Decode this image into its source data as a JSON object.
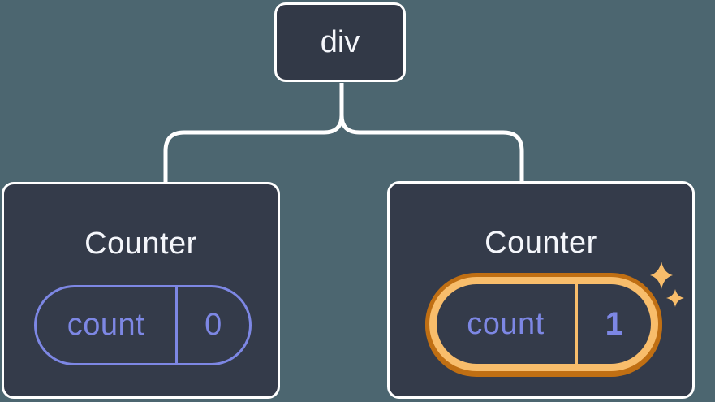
{
  "diagram": {
    "root": {
      "label": "div"
    },
    "cards": [
      {
        "title": "Counter",
        "state": {
          "label": "count",
          "value": "0"
        },
        "highlighted": false
      },
      {
        "title": "Counter",
        "state": {
          "label": "count",
          "value": "1"
        },
        "highlighted": true
      }
    ],
    "icons": {
      "sparkle_large": "sparkle-icon",
      "sparkle_small": "sparkle-icon"
    },
    "colors": {
      "background": "#4C6670",
      "node_fill": "#323947",
      "card_fill": "#343B4A",
      "node_border": "#FFFFFF",
      "connector": "#FFFFFF",
      "state_accent": "#7D87E4",
      "highlight_light": "#F8BD6B",
      "highlight_dark": "#C06F13",
      "title_text": "#F4F6FB"
    }
  }
}
